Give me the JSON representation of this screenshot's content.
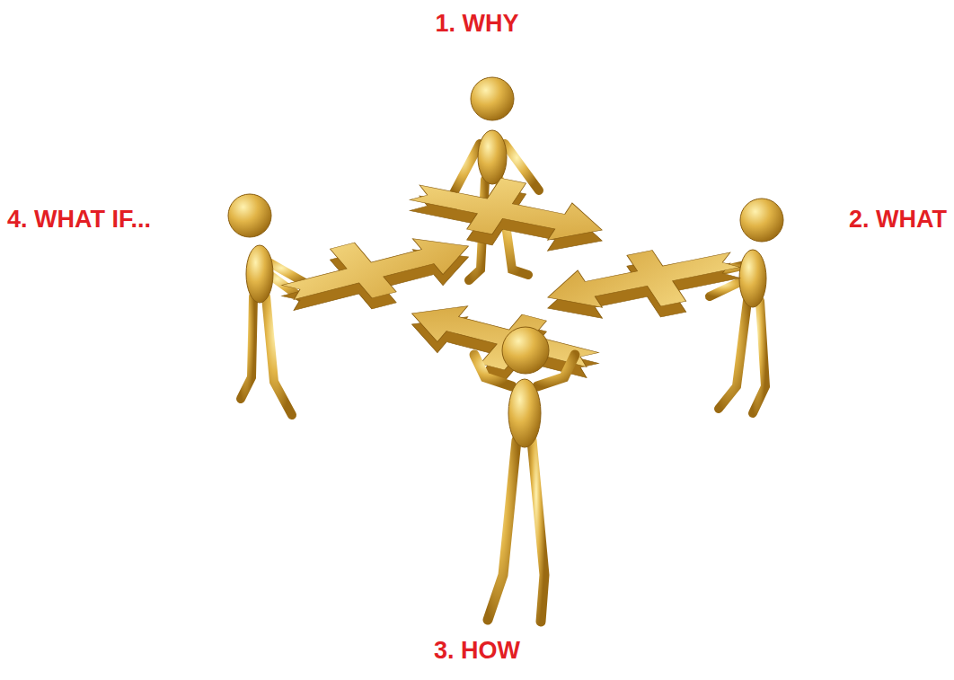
{
  "diagram": {
    "labels": [
      "1. WHY",
      "2. WHAT",
      "3. HOW",
      "4. WHAT IF..."
    ]
  }
}
